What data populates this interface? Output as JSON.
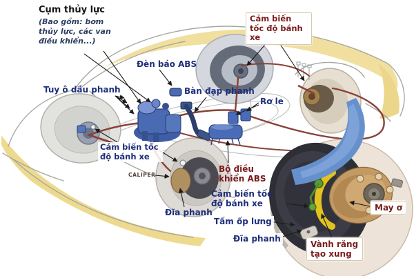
{
  "title": {
    "heading": "Cụm thủy lực",
    "subtitle": "(Bao gồm: bơm thủy lực, các van điều khiển...)"
  },
  "labels": {
    "wheel_speed_sensor_top": "Cảm biến tốc độ bánh xe",
    "abs_warning_light": "Đèn báo ABS",
    "brake_pedal": "Bàn đạp phanh",
    "relay": "Rơ le",
    "brake_fluid_hose": "Tuy ô dầu phanh",
    "wheel_speed_sensor_left": "Cảm biến tốc độ bánh xe",
    "caliper": "CALIPER",
    "brake_disc_left": "Đĩa phanh",
    "abs_control_unit": "Bộ điều khiển ABS",
    "wheel_speed_sensor_bottom": "Cảm biến tốc độ bánh xe",
    "backing_plate": "Tấm ốp lưng",
    "brake_disc_right": "Đĩa phanh",
    "hub": "May ơ",
    "pulse_ring": "Vành răng tạo xung"
  },
  "colors": {
    "label_navy": "#1f2f7a",
    "label_maroon": "#7a1d1d",
    "heading_black": "#151515",
    "brake_line_maroon": "#8a4138",
    "car_accent_yellow": "#f0df9e",
    "component_blue": "#4a6cb8",
    "pulse_ring_yellow": "#e2c220",
    "sensor_green": "#5a9c34",
    "detail_circle_fill": "#ede3d9"
  }
}
